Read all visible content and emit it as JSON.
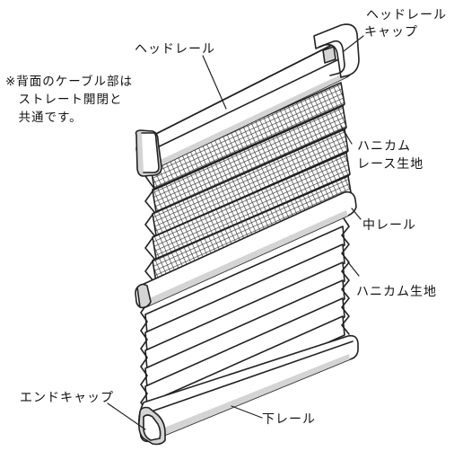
{
  "labels": {
    "head_rail": "ヘッドレール",
    "head_rail_cap_line1": "ヘッドレール",
    "head_rail_cap_line2": "キャップ",
    "note_line1": "※背面のケーブル部は",
    "note_line2": "　ストレート開閉と",
    "note_line3": "　共通です。",
    "honeycomb_lace_line1": "ハニカム",
    "honeycomb_lace_line2": "レース生地",
    "middle_rail": "中レール",
    "honeycomb_fabric": "ハニカム生地",
    "end_cap": "エンドキャップ",
    "bottom_rail": "下レール"
  },
  "colors": {
    "line": "#222222",
    "shadow_gray": "#d4d4d4",
    "mesh": "#333333",
    "background": "#ffffff"
  }
}
